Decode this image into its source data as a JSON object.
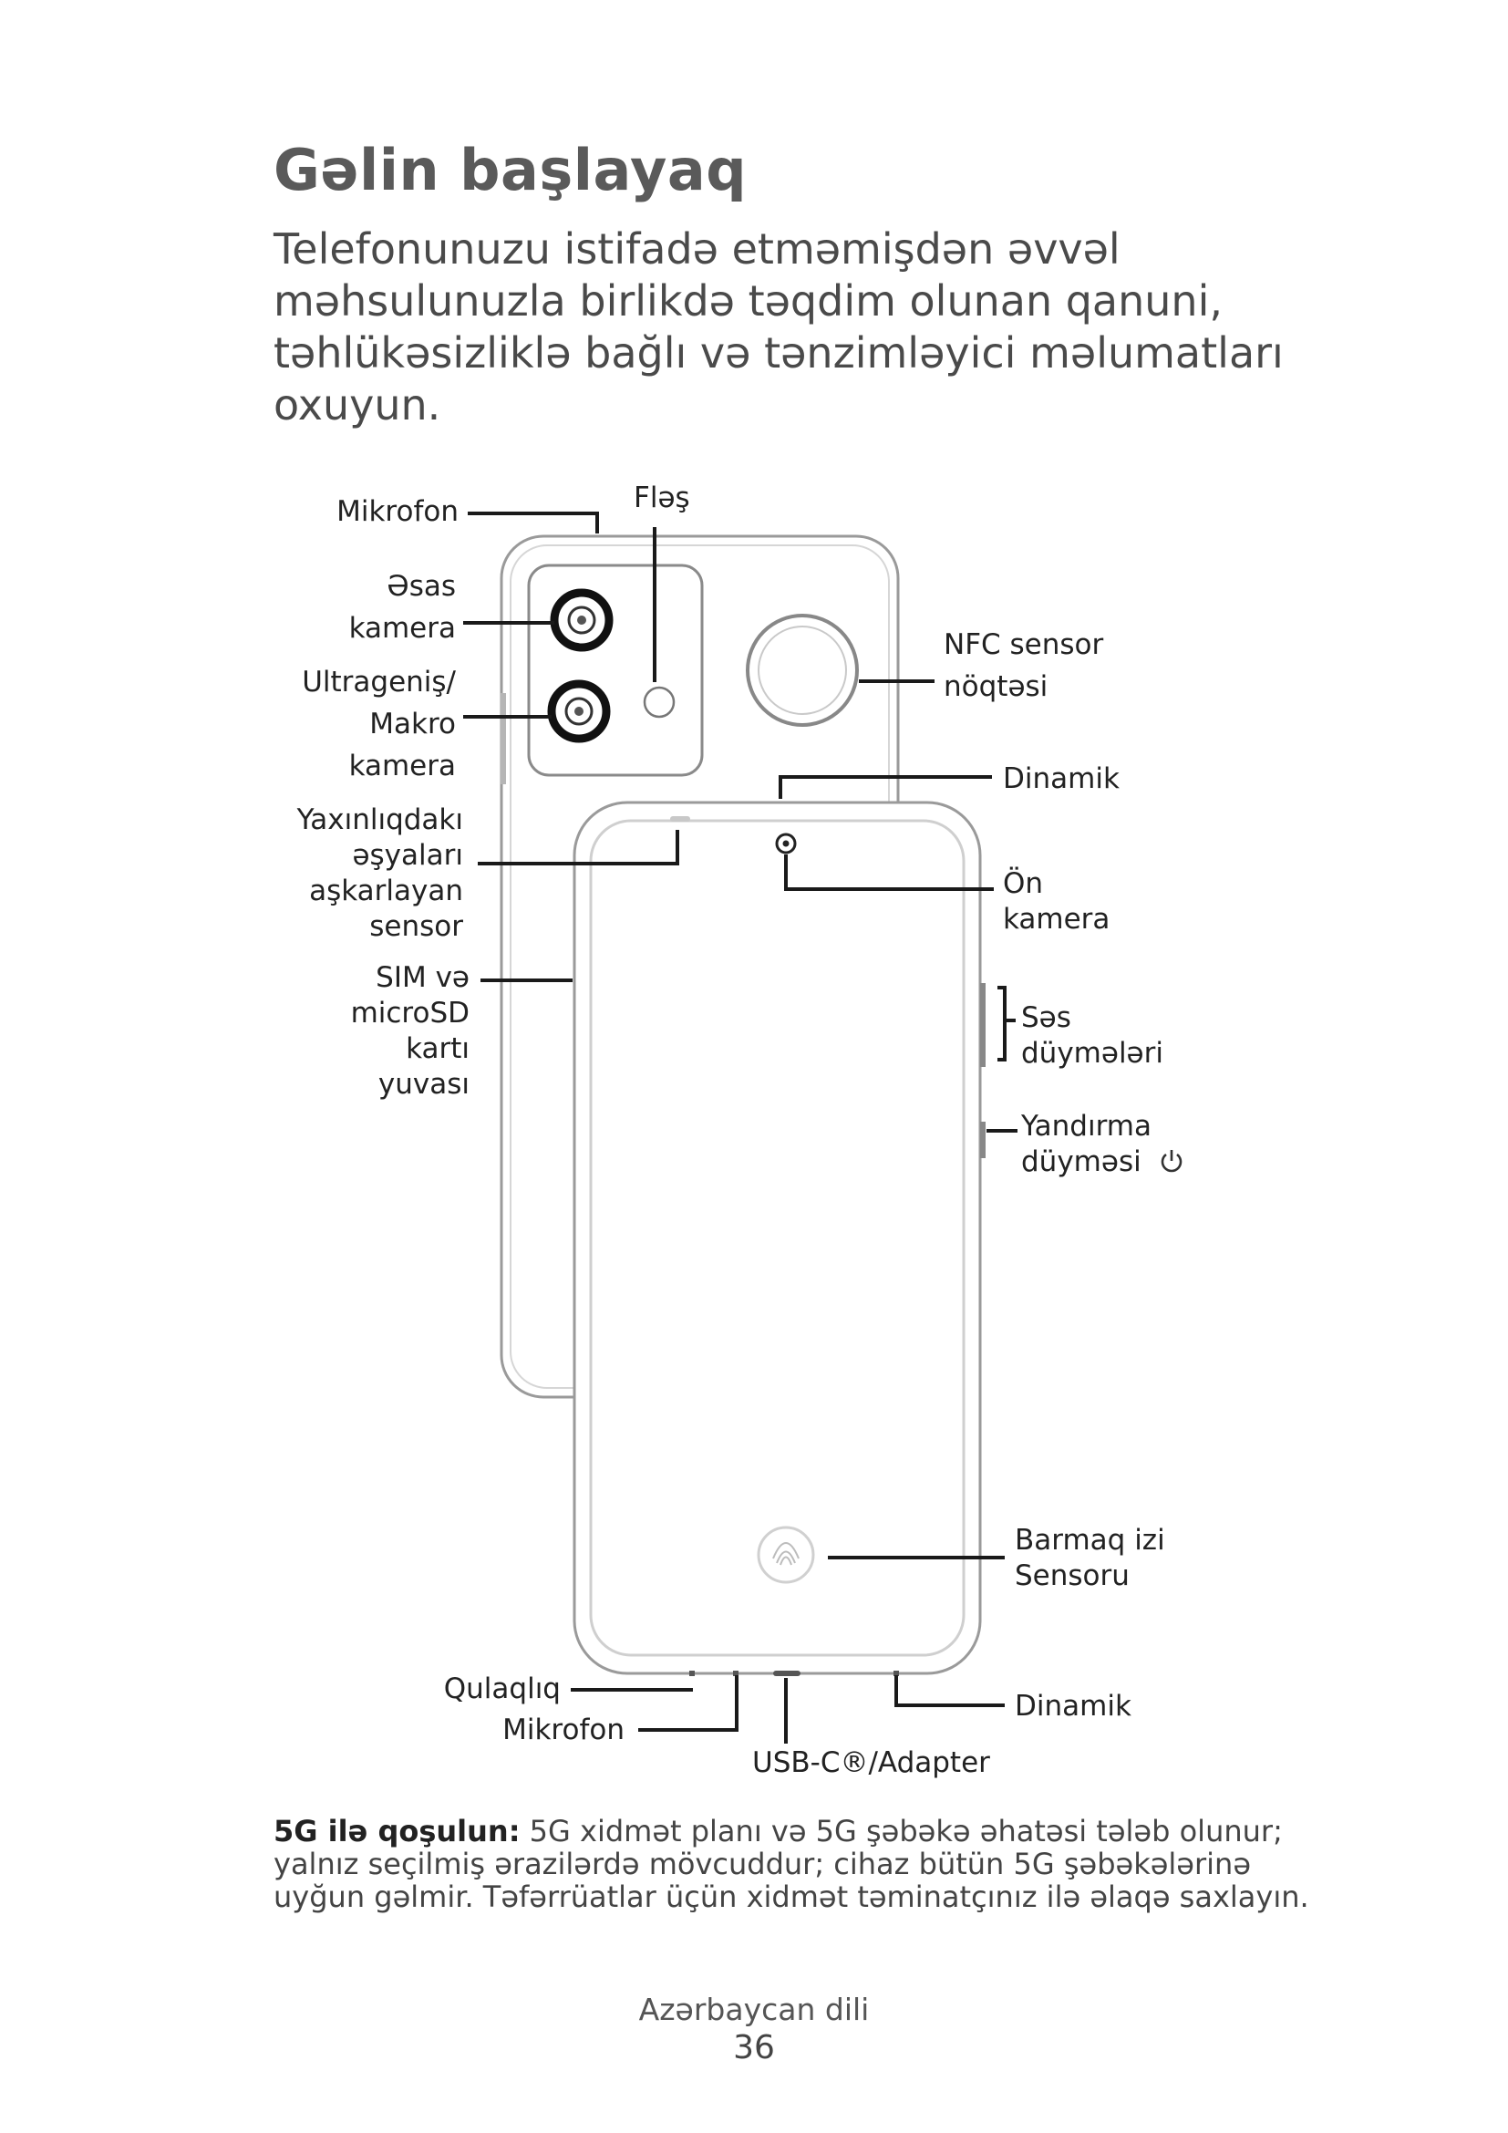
{
  "page": {
    "title": "Gəlin başlayaq",
    "intro_lines": [
      "Telefonunuzu istifadə etməmişdən əvvəl",
      "məhsulunuzla birlikdə təqdim olunan qanuni,",
      "təhlükəsizliklə bağlı və tənzimləyici məlumatları",
      "oxuyun."
    ]
  },
  "diagram": {
    "labels": {
      "microphone_top": "Mikrofon",
      "flash": "Fləş",
      "main_camera": [
        "Əsas",
        "kamera"
      ],
      "ultrawide_camera": [
        "Ultrageniş/",
        "Makro",
        "kamera"
      ],
      "nfc": [
        "NFC sensor",
        "nöqtəsi"
      ],
      "speaker_top": "Dinamik",
      "proximity_sensor": [
        "Yaxınlıqdakı",
        "əşyaları",
        "aşkarlayan",
        "sensor"
      ],
      "front_camera": [
        "Ön",
        "kamera"
      ],
      "sim_tray": [
        "SIM və",
        "microSD",
        "kartı",
        "yuvası"
      ],
      "volume_buttons": [
        "Səs",
        "düymələri"
      ],
      "power_button": [
        "Yandırma",
        "düyməsi"
      ],
      "fingerprint": [
        "Barmaq izi",
        "Sensoru"
      ],
      "headphone": "Qulaqlıq",
      "microphone_bottom": "Mikrofon",
      "usb": "USB-C®/Adapter",
      "speaker_bottom": "Dinamik"
    },
    "icons": [
      "power-icon",
      "fingerprint-icon"
    ]
  },
  "note": {
    "lead": "5G ilə qoşulun:",
    "line1_rest": " 5G xidmət planı və 5G şəbəkə əhatəsi tələb olunur;",
    "line2": "yalnız seçilmiş ərazilərdə mövcuddur; cihaz bütün 5G şəbəkələrinə",
    "line3": "uyğun gəlmir. Təfərrüatlar üçün xidmət təminatçınız ilə əlaqə saxlayın."
  },
  "footer": {
    "language": "Azərbaycan dili",
    "page_number": "36"
  }
}
